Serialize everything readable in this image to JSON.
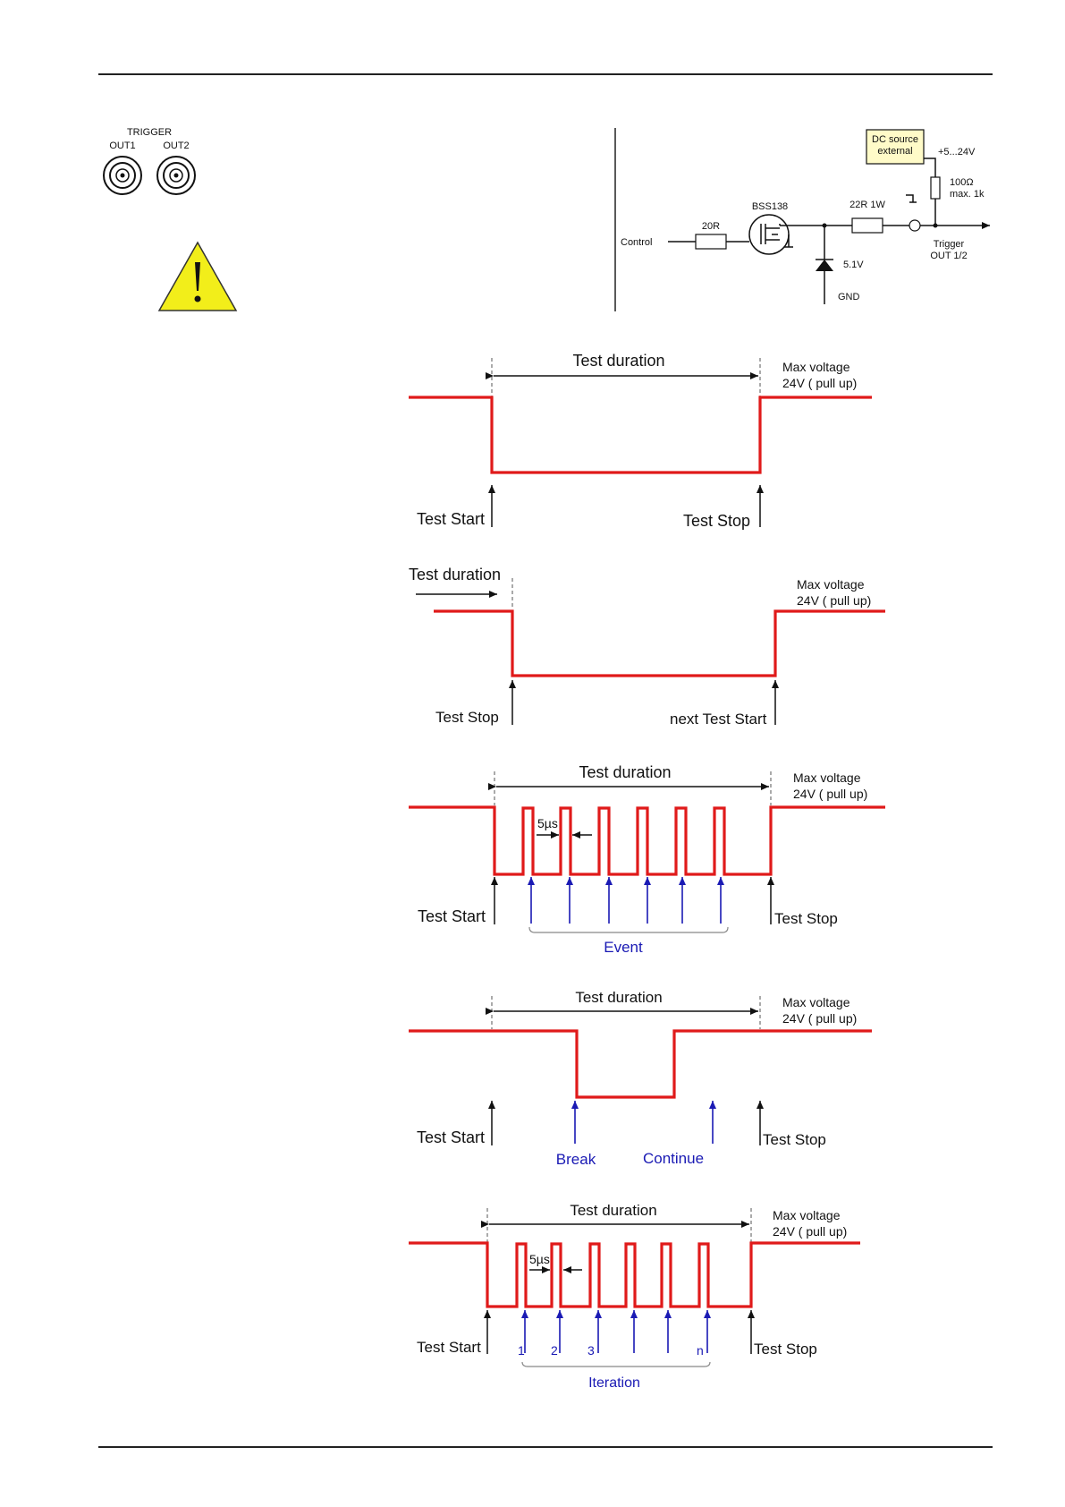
{
  "connector": {
    "group_label": "TRIGGER",
    "out1": "OUT1",
    "out2": "OUT2"
  },
  "schematic": {
    "dc_source_line1": "DC source",
    "dc_source_line2": "external",
    "supply": "+5...24V",
    "r_pullup_1": "100Ω",
    "r_pullup_2": "max. 1k",
    "transistor": "BSS138",
    "r_series": "22R 1W",
    "r_gate": "20R",
    "control": "Control",
    "zener": "5.1V",
    "gnd": "GND",
    "trigger_line1": "Trigger",
    "trigger_line2": "OUT 1/2"
  },
  "diagrams": {
    "d1": {
      "duration": "Test duration",
      "max1": "Max voltage",
      "max2": "24V ( pull up)",
      "start": "Test Start",
      "stop": "Test  Stop"
    },
    "d2": {
      "duration": "Test duration",
      "max1": "Max voltage",
      "max2": "24V ( pull up)",
      "stop": "Test  Stop",
      "next": "next Test Start"
    },
    "d3": {
      "duration": "Test duration",
      "max1": "Max voltage",
      "max2": "24V ( pull up)",
      "pulse": "5µs",
      "start": "Test Start",
      "stop": "Test  Stop",
      "event": "Event"
    },
    "d4": {
      "duration": "Test duration",
      "max1": "Max voltage",
      "max2": "24V ( pull up)",
      "start": "Test Start",
      "stop": "Test  Stop",
      "break": "Break",
      "continue": "Continue"
    },
    "d5": {
      "duration": "Test duration",
      "max1": "Max voltage",
      "max2": "24V ( pull up)",
      "pulse": "5µs",
      "start": "Test Start",
      "stop": "Test  Stop",
      "n1": "1",
      "n2": "2",
      "n3": "3",
      "nn": "n",
      "iteration": "Iteration"
    }
  },
  "colors": {
    "signal": "#e01a1a",
    "event": "#1a1ab4",
    "warning": "#f2ee1a"
  }
}
